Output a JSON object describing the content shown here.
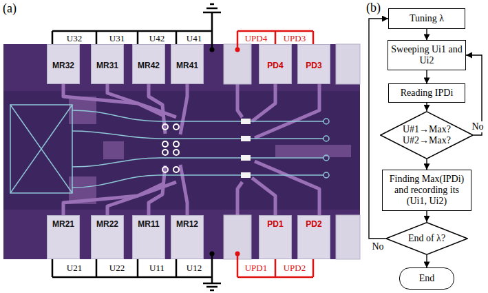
{
  "diagram": {
    "nodes": [
      {
        "text": [
          "MR32"
        ]
      },
      {
        "text": [
          "MR31"
        ]
      },
      {
        "text": [
          "MR42"
        ]
      },
      {
        "text": [
          "MR41"
        ]
      },
      {
        "text": [
          "PD4"
        ]
      },
      {
        "text": [
          "PD3"
        ]
      },
      {
        "text": [
          "MR21"
        ]
      },
      {
        "text": [
          "MR22"
        ]
      },
      {
        "text": [
          "MR11"
        ]
      },
      {
        "text": [
          "MR12"
        ]
      },
      {
        "text": [
          "PD1"
        ]
      },
      {
        "text": [
          "PD2"
        ]
      },
      {
        "text": [
          "Tuning λ"
        ]
      },
      {
        "text": [
          "Sweeping Ui1 and Ui2"
        ]
      },
      {
        "text": [
          "Reading IPDi"
        ]
      },
      {
        "text": [
          "U#1→Max? U#2→Max?"
        ]
      },
      {
        "text": [
          "Finding Max(IPDi) and recording its (Ui1, Ui2)"
        ]
      },
      {
        "text": [
          "End of λ?"
        ]
      },
      {
        "text": [
          "End"
        ]
      }
    ],
    "edges": [
      {
        "from": 12,
        "to": 13,
        "arrow": "to"
      },
      {
        "from": 13,
        "to": 14,
        "arrow": "to"
      },
      {
        "from": 14,
        "to": 15,
        "arrow": "to"
      },
      {
        "from": 15,
        "to": 13,
        "label": "No",
        "arrow": "to"
      },
      {
        "from": 15,
        "to": 16,
        "arrow": "to"
      },
      {
        "from": 16,
        "to": 17,
        "arrow": "to"
      },
      {
        "from": 17,
        "to": 18,
        "arrow": "to"
      },
      {
        "from": 17,
        "to": 12,
        "label": "No",
        "arrow": "to"
      }
    ],
    "labels": [
      "(a)",
      "U32",
      "U31",
      "U42",
      "U41",
      "UPD4",
      "UPD3",
      "U21",
      "U22",
      "U11",
      "U12",
      "UPD1",
      "UPD2",
      "(b)"
    ]
  }
}
